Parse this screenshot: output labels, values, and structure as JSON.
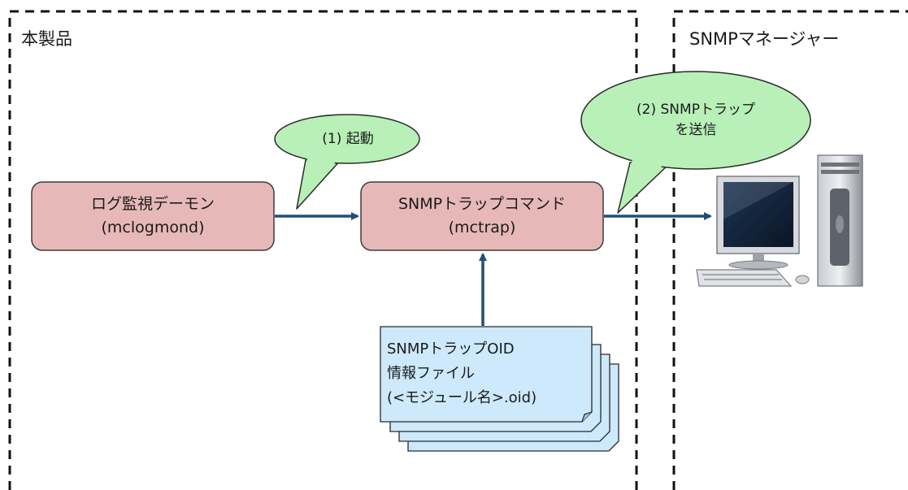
{
  "regions": {
    "product_title": "本製品",
    "manager_title": "SNMPマネージャー"
  },
  "nodes": {
    "log_daemon": {
      "line1": "ログ監視デーモン",
      "line2": "(mclogmond)"
    },
    "trap_command": {
      "line1": "SNMPトラップコマンド",
      "line2": "(mctrap)"
    },
    "oid_file": {
      "line1": "SNMPトラップOID",
      "line2": "情報ファイル",
      "line3": "(<モジュール名>.oid)"
    }
  },
  "callouts": {
    "step1": "(1) 起動",
    "step2_line1": "(2) SNMPトラップ",
    "step2_line2": "を送信"
  },
  "colors": {
    "process_box": "#e6b9b8",
    "process_border": "#3d3d3d",
    "callout": "#b8f0b8",
    "file_box": "#cde9fb",
    "arrow": "#1f4e79"
  },
  "icons": {
    "manager_computer": "desktop-computer-icon"
  }
}
